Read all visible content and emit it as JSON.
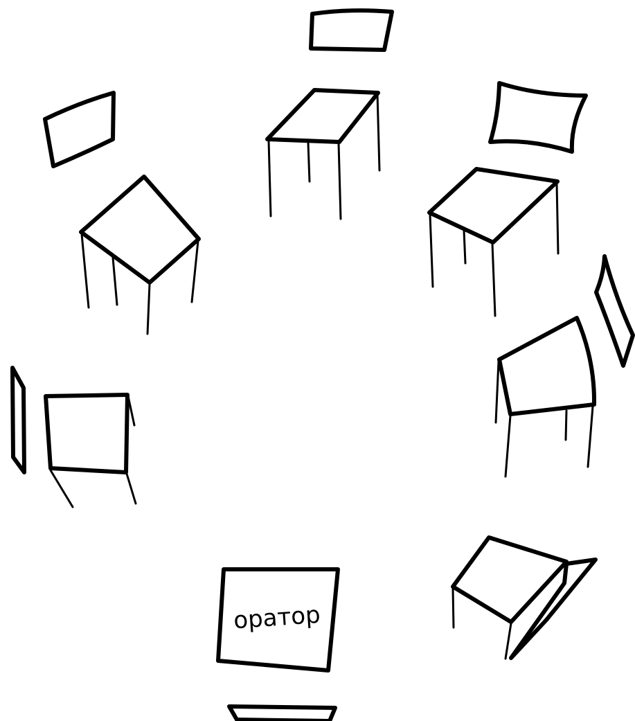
{
  "diagram": {
    "speaker_label": "оратор",
    "stroke_color": "#000000",
    "background_color": "#ffffff",
    "groups": [
      {
        "name": "top",
        "items": [
          "chair",
          "table"
        ]
      },
      {
        "name": "upper-left",
        "items": [
          "chair",
          "table"
        ]
      },
      {
        "name": "upper-right",
        "items": [
          "chair",
          "table"
        ]
      },
      {
        "name": "left",
        "items": [
          "chair",
          "table"
        ]
      },
      {
        "name": "right",
        "items": [
          "chair",
          "table"
        ]
      },
      {
        "name": "lower-right",
        "items": [
          "chair",
          "table"
        ]
      },
      {
        "name": "speaker",
        "items": [
          "table",
          "chair"
        ]
      }
    ]
  }
}
